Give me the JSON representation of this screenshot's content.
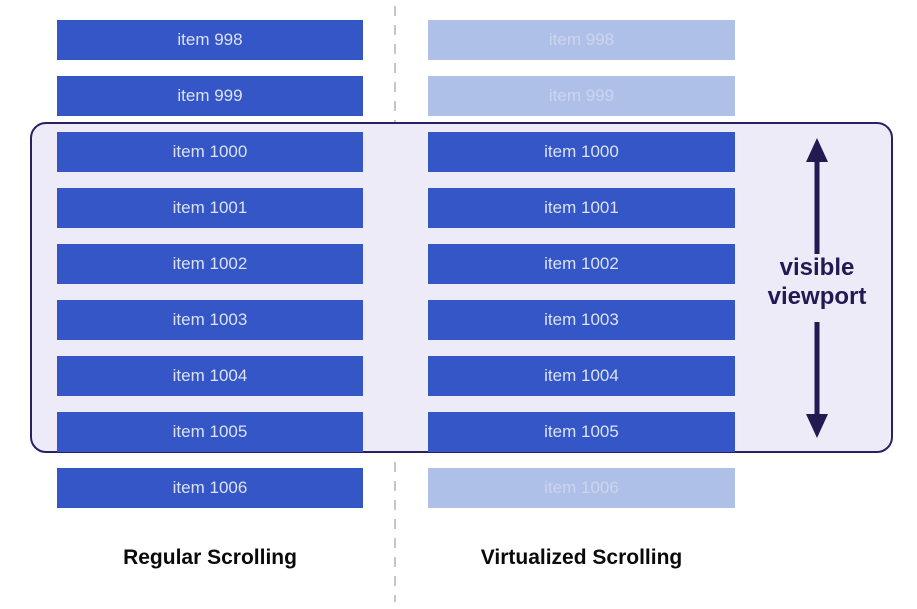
{
  "diagram": {
    "left_column": {
      "caption": "Regular Scrolling",
      "items": [
        {
          "label": "item 998",
          "state": "solid"
        },
        {
          "label": "item 999",
          "state": "solid"
        },
        {
          "label": "item 1000",
          "state": "solid"
        },
        {
          "label": "item 1001",
          "state": "solid"
        },
        {
          "label": "item 1002",
          "state": "solid"
        },
        {
          "label": "item 1003",
          "state": "solid"
        },
        {
          "label": "item 1004",
          "state": "solid"
        },
        {
          "label": "item 1005",
          "state": "solid"
        },
        {
          "label": "item 1006",
          "state": "solid"
        }
      ]
    },
    "right_column": {
      "caption": "Virtualized Scrolling",
      "items": [
        {
          "label": "item 998",
          "state": "faded"
        },
        {
          "label": "item 999",
          "state": "faded"
        },
        {
          "label": "item 1000",
          "state": "solid"
        },
        {
          "label": "item 1001",
          "state": "solid"
        },
        {
          "label": "item 1002",
          "state": "solid"
        },
        {
          "label": "item 1003",
          "state": "solid"
        },
        {
          "label": "item 1004",
          "state": "solid"
        },
        {
          "label": "item 1005",
          "state": "solid"
        },
        {
          "label": "item 1006",
          "state": "faded"
        }
      ]
    },
    "viewport": {
      "label": "visible\nviewport"
    }
  },
  "colors": {
    "item_solid": "#3456C6",
    "item_faded": "#AFC0E8",
    "item_text_solid": "#DCE2F4",
    "item_text_faded": "#CBD5EF",
    "viewport_fill": "#EDEBF8",
    "viewport_border": "#2B2162",
    "arrow": "#241A52",
    "divider": "#C5C5CB",
    "caption_text": "#0A0A0A"
  }
}
